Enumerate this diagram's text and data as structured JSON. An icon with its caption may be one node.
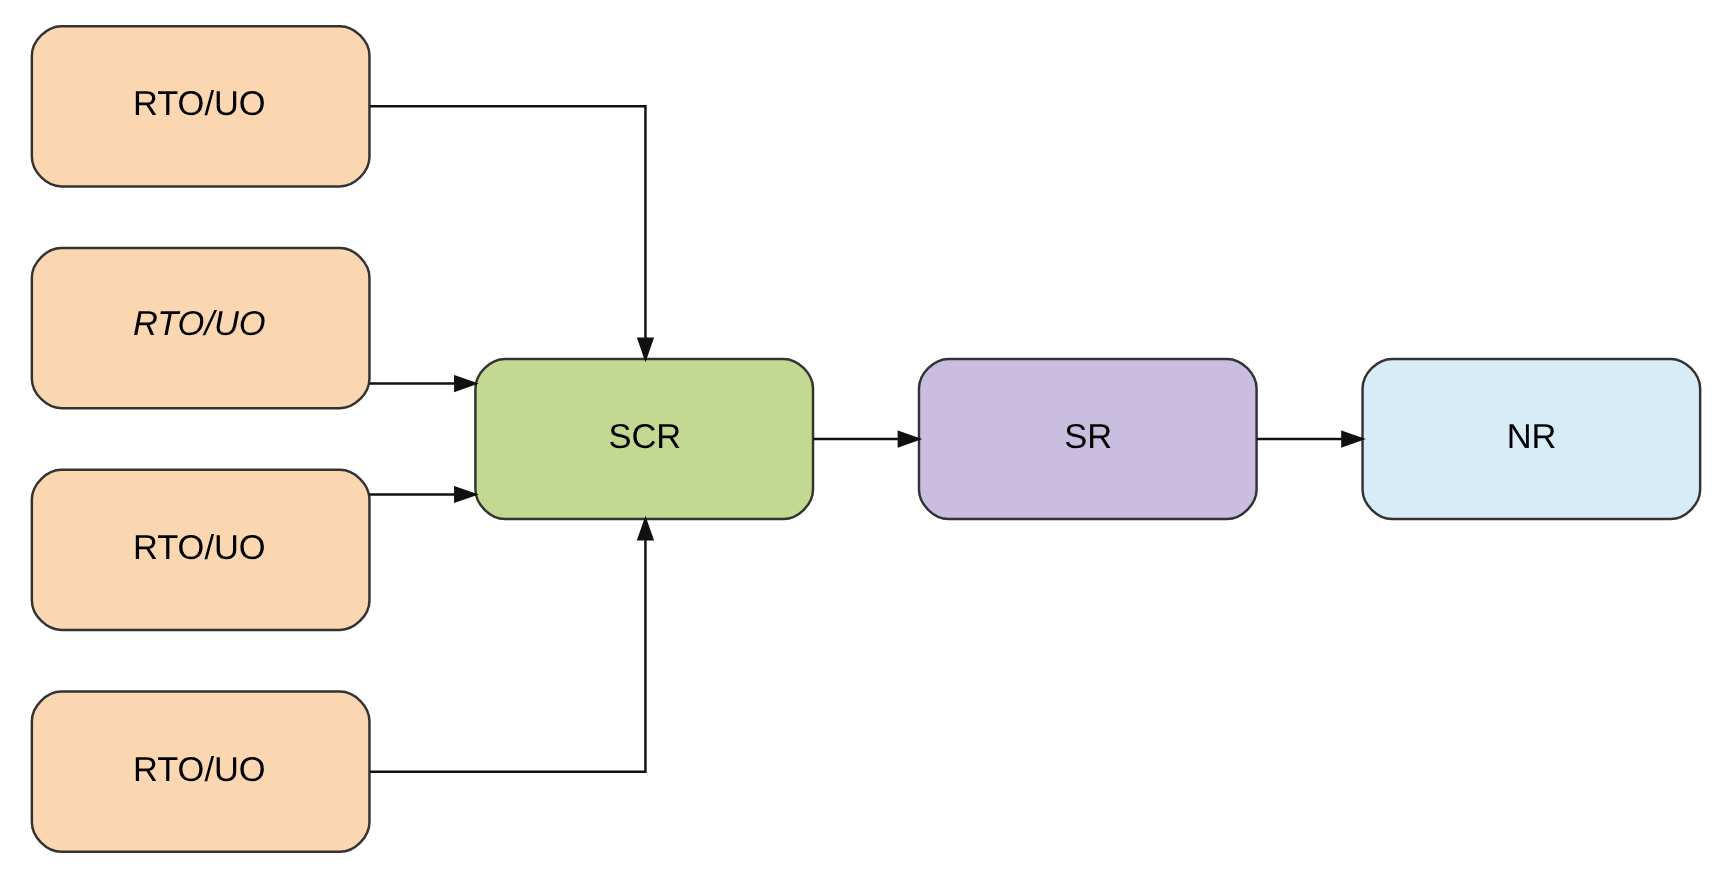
{
  "diagram": {
    "nodes": [
      {
        "text": [
          "RTO/UO"
        ]
      },
      {
        "text": [
          "RTO/UO"
        ]
      },
      {
        "text": [
          "RTO/UO"
        ]
      },
      {
        "text": [
          "RTO/UO"
        ]
      },
      {
        "text": [
          "SCR"
        ]
      },
      {
        "text": [
          "SR"
        ]
      },
      {
        "text": [
          "NR"
        ]
      }
    ],
    "edges": [
      {
        "from": 0,
        "to": 4,
        "arrow": "to"
      },
      {
        "from": 1,
        "to": 4,
        "arrow": "to"
      },
      {
        "from": 2,
        "to": 4,
        "arrow": "to"
      },
      {
        "from": 3,
        "to": 4,
        "arrow": "to"
      },
      {
        "from": 4,
        "to": 5,
        "arrow": "to"
      },
      {
        "from": 5,
        "to": 6,
        "arrow": "to"
      }
    ]
  }
}
